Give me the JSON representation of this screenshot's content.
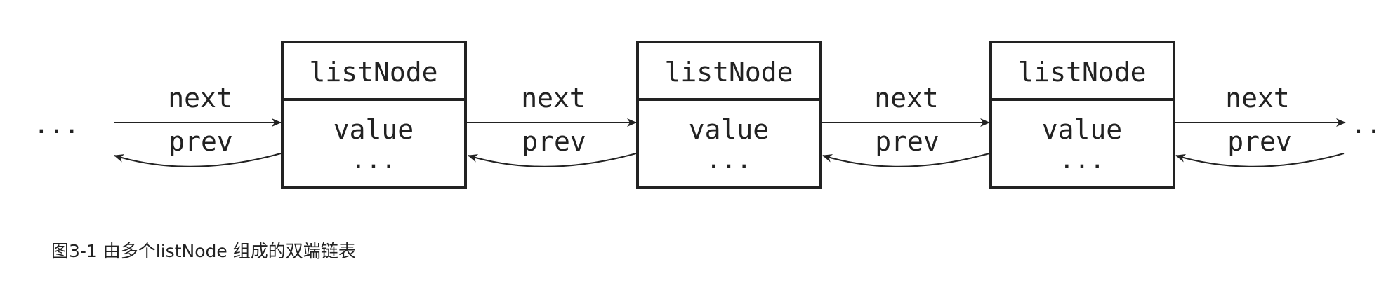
{
  "diagram": {
    "nodes": [
      {
        "title": "listNode",
        "value": "value",
        "rest": "..."
      },
      {
        "title": "listNode",
        "value": "value",
        "rest": "..."
      },
      {
        "title": "listNode",
        "value": "value",
        "rest": "..."
      }
    ],
    "links": [
      {
        "next": "next",
        "prev": "prev"
      },
      {
        "next": "next",
        "prev": "prev"
      },
      {
        "next": "next",
        "prev": "prev"
      },
      {
        "next": "next",
        "prev": "prev"
      }
    ],
    "left_ellipsis": "...",
    "right_ellipsis": "..."
  },
  "caption": "图3-1 由多个listNode 组成的双端链表",
  "colors": {
    "stroke": "#222222",
    "background": "#ffffff"
  }
}
